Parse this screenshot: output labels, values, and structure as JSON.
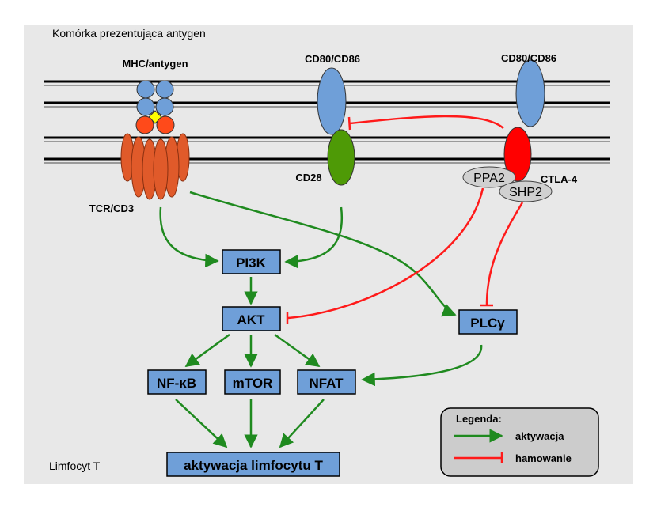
{
  "regions": {
    "top": "Komórka prezentująca antygen",
    "bottom": "Limfocyt T"
  },
  "receptors": {
    "mhc": "MHC/antygen",
    "cd80_left": "CD80/CD86",
    "cd80_right": "CD80/CD86",
    "tcr": "TCR/CD3",
    "cd28": "CD28",
    "ctla4": "CTLA-4",
    "ppa2": "PPA2",
    "shp2": "SHP2"
  },
  "nodes": {
    "pi3k": "PI3K",
    "akt": "AKT",
    "plcg": "PLCγ",
    "nfkb": "NF-κB",
    "mtor": "mTOR",
    "nfat": "NFAT",
    "result": "aktywacja limfocytu T"
  },
  "legend": {
    "title": "Legenda:",
    "activation": "aktywacja",
    "inhibition": "hamowanie"
  },
  "colors": {
    "background": "#e8e8e8",
    "node_fill": "#6f9fd8",
    "activation": "#1f8a1f",
    "inhibition": "#ff1a1a",
    "mhc_blue": "#6f9fd8",
    "antigen_yellow": "#ffff00",
    "tcr_orange": "#e05a2a",
    "cd28_green": "#4e9a06",
    "ctla4_red": "#ff0000",
    "adaptor_grey": "#d0d0d0"
  }
}
